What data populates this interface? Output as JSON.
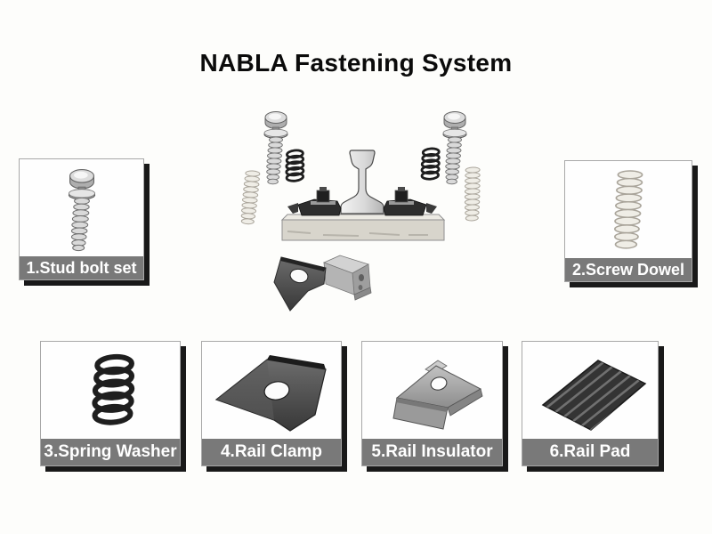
{
  "title": "NABLA Fastening System",
  "center_illustration": {
    "name": "nabla-fastening-assembly",
    "description_parts": [
      "stud bolts",
      "spring washers",
      "screw dowels",
      "rail profile",
      "rail clamps",
      "rail insulators",
      "concrete sleeper"
    ]
  },
  "parts": [
    {
      "id": 1,
      "label": "1.Stud bolt set",
      "icon": "stud-bolt-image"
    },
    {
      "id": 2,
      "label": "2.Screw Dowel",
      "icon": "screw-dowel-image"
    },
    {
      "id": 3,
      "label": "3.Spring Washer",
      "icon": "spring-washer-image"
    },
    {
      "id": 4,
      "label": "4.Rail Clamp",
      "icon": "rail-clamp-image"
    },
    {
      "id": 5,
      "label": "5.Rail Insulator",
      "icon": "rail-insulator-image"
    },
    {
      "id": 6,
      "label": "6.Rail Pad",
      "icon": "rail-pad-image"
    }
  ],
  "colors": {
    "background": "#fdfdfb",
    "label_bar": "#797979",
    "label_text": "#ffffff",
    "box_shadow": "#191919",
    "box_border": "#a8a8a8",
    "title_text": "#0b0b0b"
  }
}
